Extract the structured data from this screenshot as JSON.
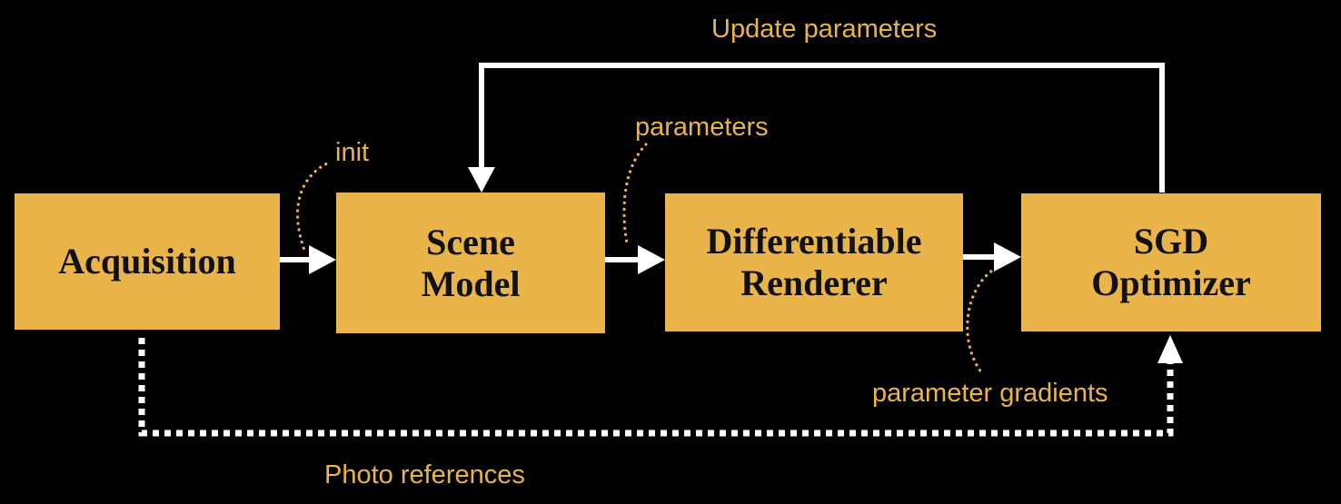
{
  "colors": {
    "background": "#000000",
    "box_fill": "#e9b54a",
    "box_text": "#111111",
    "label_text": "#e9b54a",
    "arrow": "#ffffff"
  },
  "boxes": {
    "acquisition": "Acquisition",
    "scene_model": "Scene\nModel",
    "renderer": "Differentiable\nRenderer",
    "optimizer": "SGD\nOptimizer"
  },
  "labels": {
    "update_parameters": "Update parameters",
    "init": "init",
    "parameters": "parameters",
    "parameter_gradients": "parameter gradients",
    "photo_references": "Photo references"
  }
}
